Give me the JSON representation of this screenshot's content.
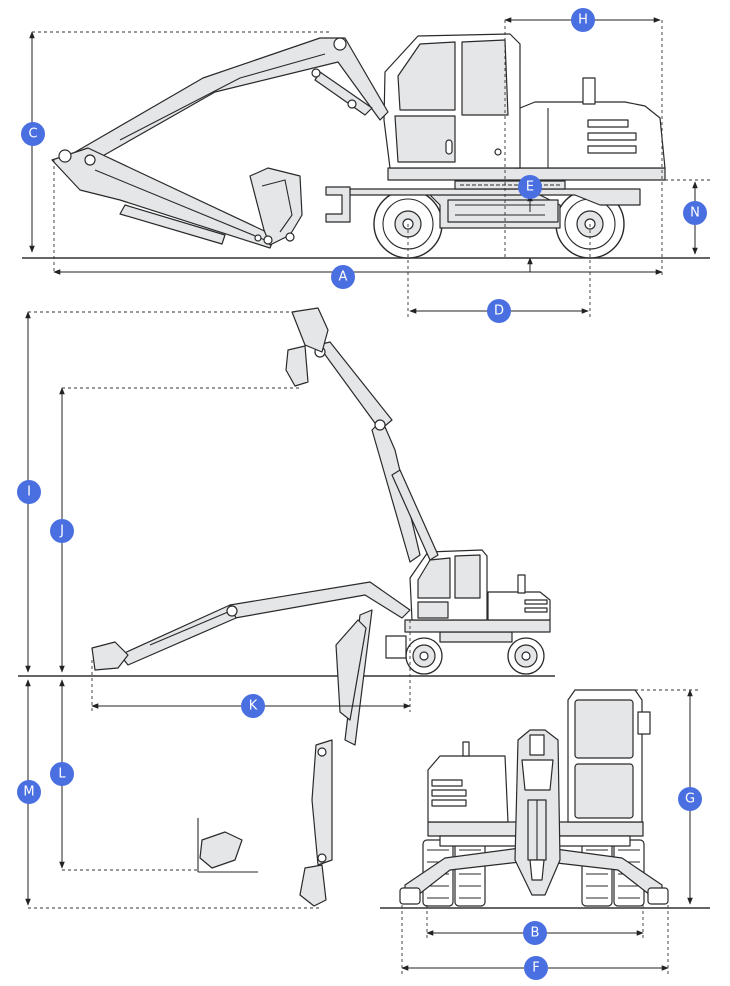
{
  "colors": {
    "badge": "#4a6fe0",
    "badge_text": "#ffffff",
    "machine_fill": "#e4e6e8",
    "outline": "#2a2a2a"
  },
  "dimension_labels": {
    "A": "A",
    "B": "B",
    "C": "C",
    "D": "D",
    "E": "E",
    "F": "F",
    "G": "G",
    "H": "H",
    "I": "I",
    "J": "J",
    "K": "K",
    "L": "L",
    "M": "M",
    "N": "N"
  },
  "views": [
    {
      "name": "side-view",
      "dimensions": [
        "A",
        "C",
        "D",
        "E",
        "H",
        "N"
      ]
    },
    {
      "name": "working-range-view",
      "dimensions": [
        "I",
        "J",
        "K",
        "L",
        "M"
      ]
    },
    {
      "name": "front-view",
      "dimensions": [
        "B",
        "F",
        "G"
      ]
    }
  ]
}
